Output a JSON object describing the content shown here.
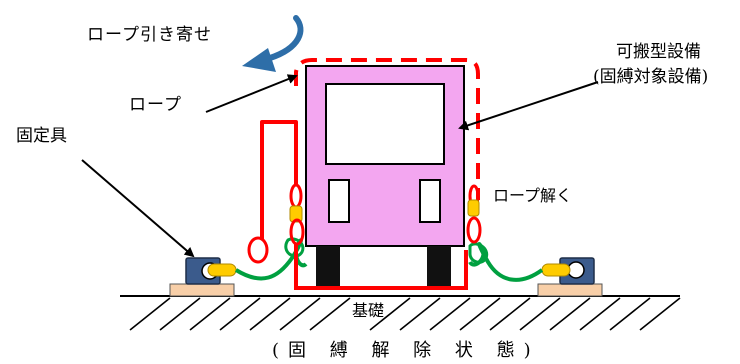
{
  "labels": {
    "rope_pull": "ロープ引き寄せ",
    "rope": "ロープ",
    "equipment_line1": "可搬型設備",
    "equipment_line2": "(固縛対象設備)",
    "fixture": "固定具",
    "rope_untie": "ロープ解く",
    "foundation": "基礎",
    "caption": "(固 縛 解 除 状 態)"
  },
  "colors": {
    "equipment_body": "#f3a6f0",
    "rope": "#ff0000",
    "chain": "#00a040",
    "shackle": "#ffcc00",
    "fixture": "#3b5b8c",
    "base_plate": "#f8cfa8",
    "pull_arrow": "#2e6ea8",
    "ground": "#000000"
  },
  "icons": {
    "pull_arrow": "curved-arrow-icon"
  }
}
